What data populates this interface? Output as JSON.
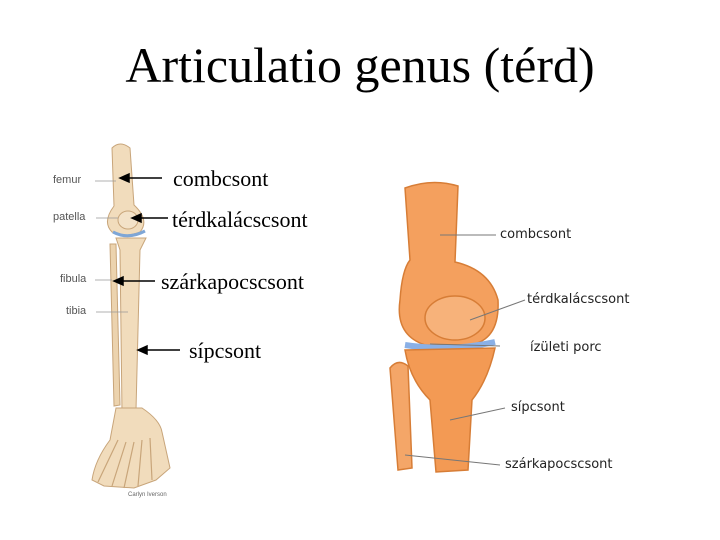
{
  "title": "Articulatio genus (térd)",
  "left_figure": {
    "english_labels": [
      "femur",
      "patella",
      "fibula",
      "tibia"
    ],
    "hungarian_labels": [
      "combcsont",
      "térdkalácscsont",
      "szárkapocscsont",
      "sípcsont"
    ],
    "credit": "Carlyn Iverson"
  },
  "right_figure": {
    "labels": [
      "combcsont",
      "térdkalácscsont",
      "ízületi porc",
      "sípcsont",
      "szárkapocscsont"
    ]
  }
}
